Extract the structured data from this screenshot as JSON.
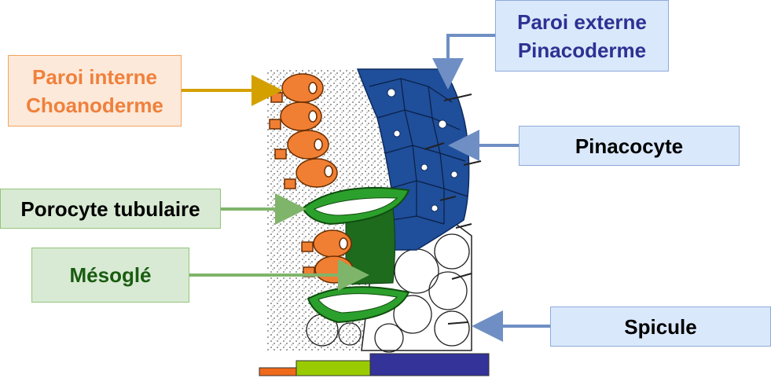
{
  "labels": {
    "paroi_interne_line1": "Paroi interne",
    "paroi_interne_line2": "Choanoderme",
    "paroi_externe_line1": "Paroi externe",
    "paroi_externe_line2": "Pinacoderme",
    "pinacocyte": "Pinacocyte",
    "porocyte": "Porocyte tubulaire",
    "mesoglee": "Mésoglé",
    "spicule": "Spicule"
  },
  "colors": {
    "choanoderme": "#f07f33",
    "choanoderme_arrow": "#d4a000",
    "porocyte": "#2ca02c",
    "mesoglee": "#1e6b1e",
    "pinacoderme": "#1f4e9a",
    "arrow_blue": "#6f8fc4",
    "arrow_green": "#7fb56a",
    "bar_orange": "#ef6a1a",
    "bar_green": "#99cc00",
    "bar_navy": "#333399"
  },
  "icons": {
    "sponge_wall": "sponge-wall-illustration"
  }
}
